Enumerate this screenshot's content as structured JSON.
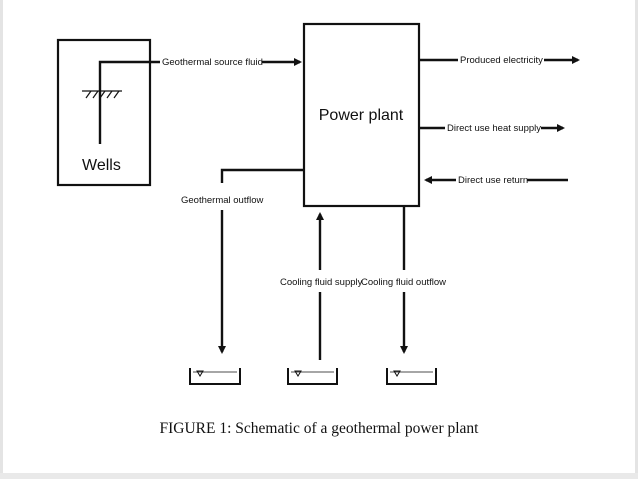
{
  "diagram": {
    "wells_label": "Wells",
    "power_plant_label": "Power plant",
    "source_fluid_label": "Geothermal source fluid",
    "electricity_label": "Produced electricity",
    "heat_supply_label": "Direct use heat supply",
    "heat_return_label": "Direct use return",
    "outflow_label": "Geothermal outflow",
    "cooling_supply_label": "Cooling fluid supply",
    "cooling_outflow_label": "Cooling fluid outflow"
  },
  "caption": "FIGURE 1:  Schematic of a geothermal power plant",
  "colors": {
    "line": "#111111",
    "background": "#ffffff"
  }
}
